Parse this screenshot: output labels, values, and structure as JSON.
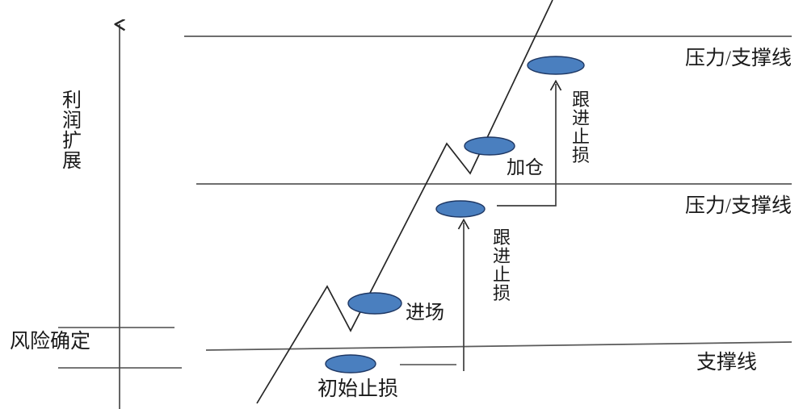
{
  "diagram": {
    "title_semantic": "trend-trading-stop-loss-diagram",
    "colors": {
      "ellipse_fill": "#4a7fbf",
      "ellipse_stroke": "#1f3864",
      "line": "#3f3f3f",
      "price_line": "#262626",
      "text": "#1a1a1a"
    },
    "axis": {
      "y_label": "利润扩展",
      "risk_label": "风险确定"
    },
    "level_labels": [
      {
        "id": "resistance-top",
        "text": "压力/支撑线"
      },
      {
        "id": "resistance-mid",
        "text": "压力/支撑线"
      },
      {
        "id": "support-bottom",
        "text": "支撑线"
      }
    ],
    "annotations": [
      {
        "id": "follow-stop-upper",
        "text": "跟进止损",
        "chars": [
          "跟",
          "进",
          "止",
          "损"
        ]
      },
      {
        "id": "add-position",
        "text": "加仓"
      },
      {
        "id": "follow-stop-lower",
        "text": "跟进止损",
        "chars": [
          "跟",
          "进",
          "止",
          "损"
        ]
      },
      {
        "id": "entry",
        "text": "进场"
      },
      {
        "id": "initial-stop",
        "text": "初始止损"
      }
    ],
    "markers": [
      {
        "id": "marker-1-top",
        "label": "跟进止损位-上"
      },
      {
        "id": "marker-2-add",
        "label": "加仓位"
      },
      {
        "id": "marker-3-trail",
        "label": "跟进止损位-下"
      },
      {
        "id": "marker-4-entry",
        "label": "进场位"
      },
      {
        "id": "marker-5-initial-stop",
        "label": "初始止损位"
      }
    ]
  },
  "chart_data": {
    "type": "line",
    "title": "",
    "xlabel": "",
    "ylabel": "利润扩展",
    "grid": false,
    "legend": "none",
    "series": [
      {
        "name": "price-path",
        "points": [
          [
            318,
            500
          ],
          [
            405,
            355
          ],
          [
            434,
            410
          ],
          [
            553,
            178
          ],
          [
            582,
            215
          ],
          [
            684,
            0
          ]
        ]
      }
    ],
    "horizontal_levels": [
      {
        "name": "压力/支撑线",
        "y": 45,
        "x_start": 228,
        "x_end": 980,
        "slope": 0
      },
      {
        "name": "压力/支撑线",
        "y": 228,
        "x_start": 243,
        "x_end": 980,
        "slope": 0
      },
      {
        "name": "支撑线",
        "y_left": 434,
        "y_right": 424,
        "x_start": 255,
        "x_end": 980,
        "slope": -0.013
      }
    ],
    "markers": [
      {
        "label": "跟进止损",
        "cx": 688,
        "cy": 81,
        "rx": 35,
        "ry": 11
      },
      {
        "label": "加仓",
        "cx": 606,
        "cy": 181,
        "rx": 31,
        "ry": 11
      },
      {
        "label": "跟进止损",
        "cx": 570,
        "cy": 259,
        "rx": 30,
        "ry": 10
      },
      {
        "label": "进场",
        "cx": 464,
        "cy": 376,
        "rx": 33,
        "ry": 13
      },
      {
        "label": "初始止损",
        "cx": 434,
        "cy": 451,
        "rx": 31,
        "ry": 11
      }
    ],
    "arrows": [
      {
        "name": "trailing-stop-upper",
        "from": [
          688,
          255
        ],
        "to": [
          688,
          100
        ]
      },
      {
        "name": "trailing-stop-lower",
        "from": [
          574,
          456
        ],
        "to": [
          574,
          272
        ]
      },
      {
        "name": "y-axis",
        "from": [
          148,
          507
        ],
        "to": [
          148,
          26
        ]
      }
    ]
  }
}
